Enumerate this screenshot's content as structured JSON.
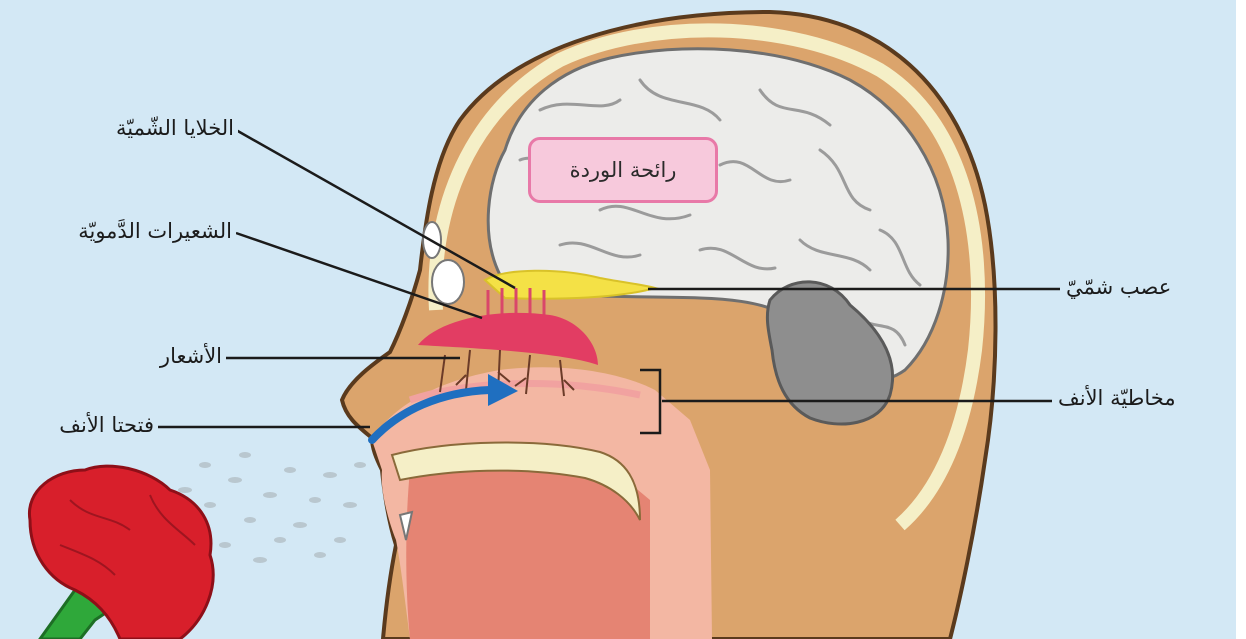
{
  "brain_label": "رائحة الوردة",
  "labels": {
    "olfactory_cells": "الخلايا الشّميّة",
    "blood_capillaries": "الشعيرات الدَّمويّة",
    "hairs": "الأشعار",
    "nostrils": "فتحتا الأنف",
    "olfactory_nerve": "عصب شمّيّ",
    "nasal_mucosa": "مخاطيّة الأنف"
  },
  "colors": {
    "background": "#d3e8f5",
    "skin": "#dba46c",
    "brain": "#ececea",
    "cerebellum": "#8e8e8e",
    "nerve": "#f4e146",
    "capillaries": "#e23d63",
    "airflow_arrow": "#1f6fc0",
    "flower": "#d81f2b",
    "label_box_fill": "#f7c9dc",
    "label_box_border": "#e879a8"
  }
}
